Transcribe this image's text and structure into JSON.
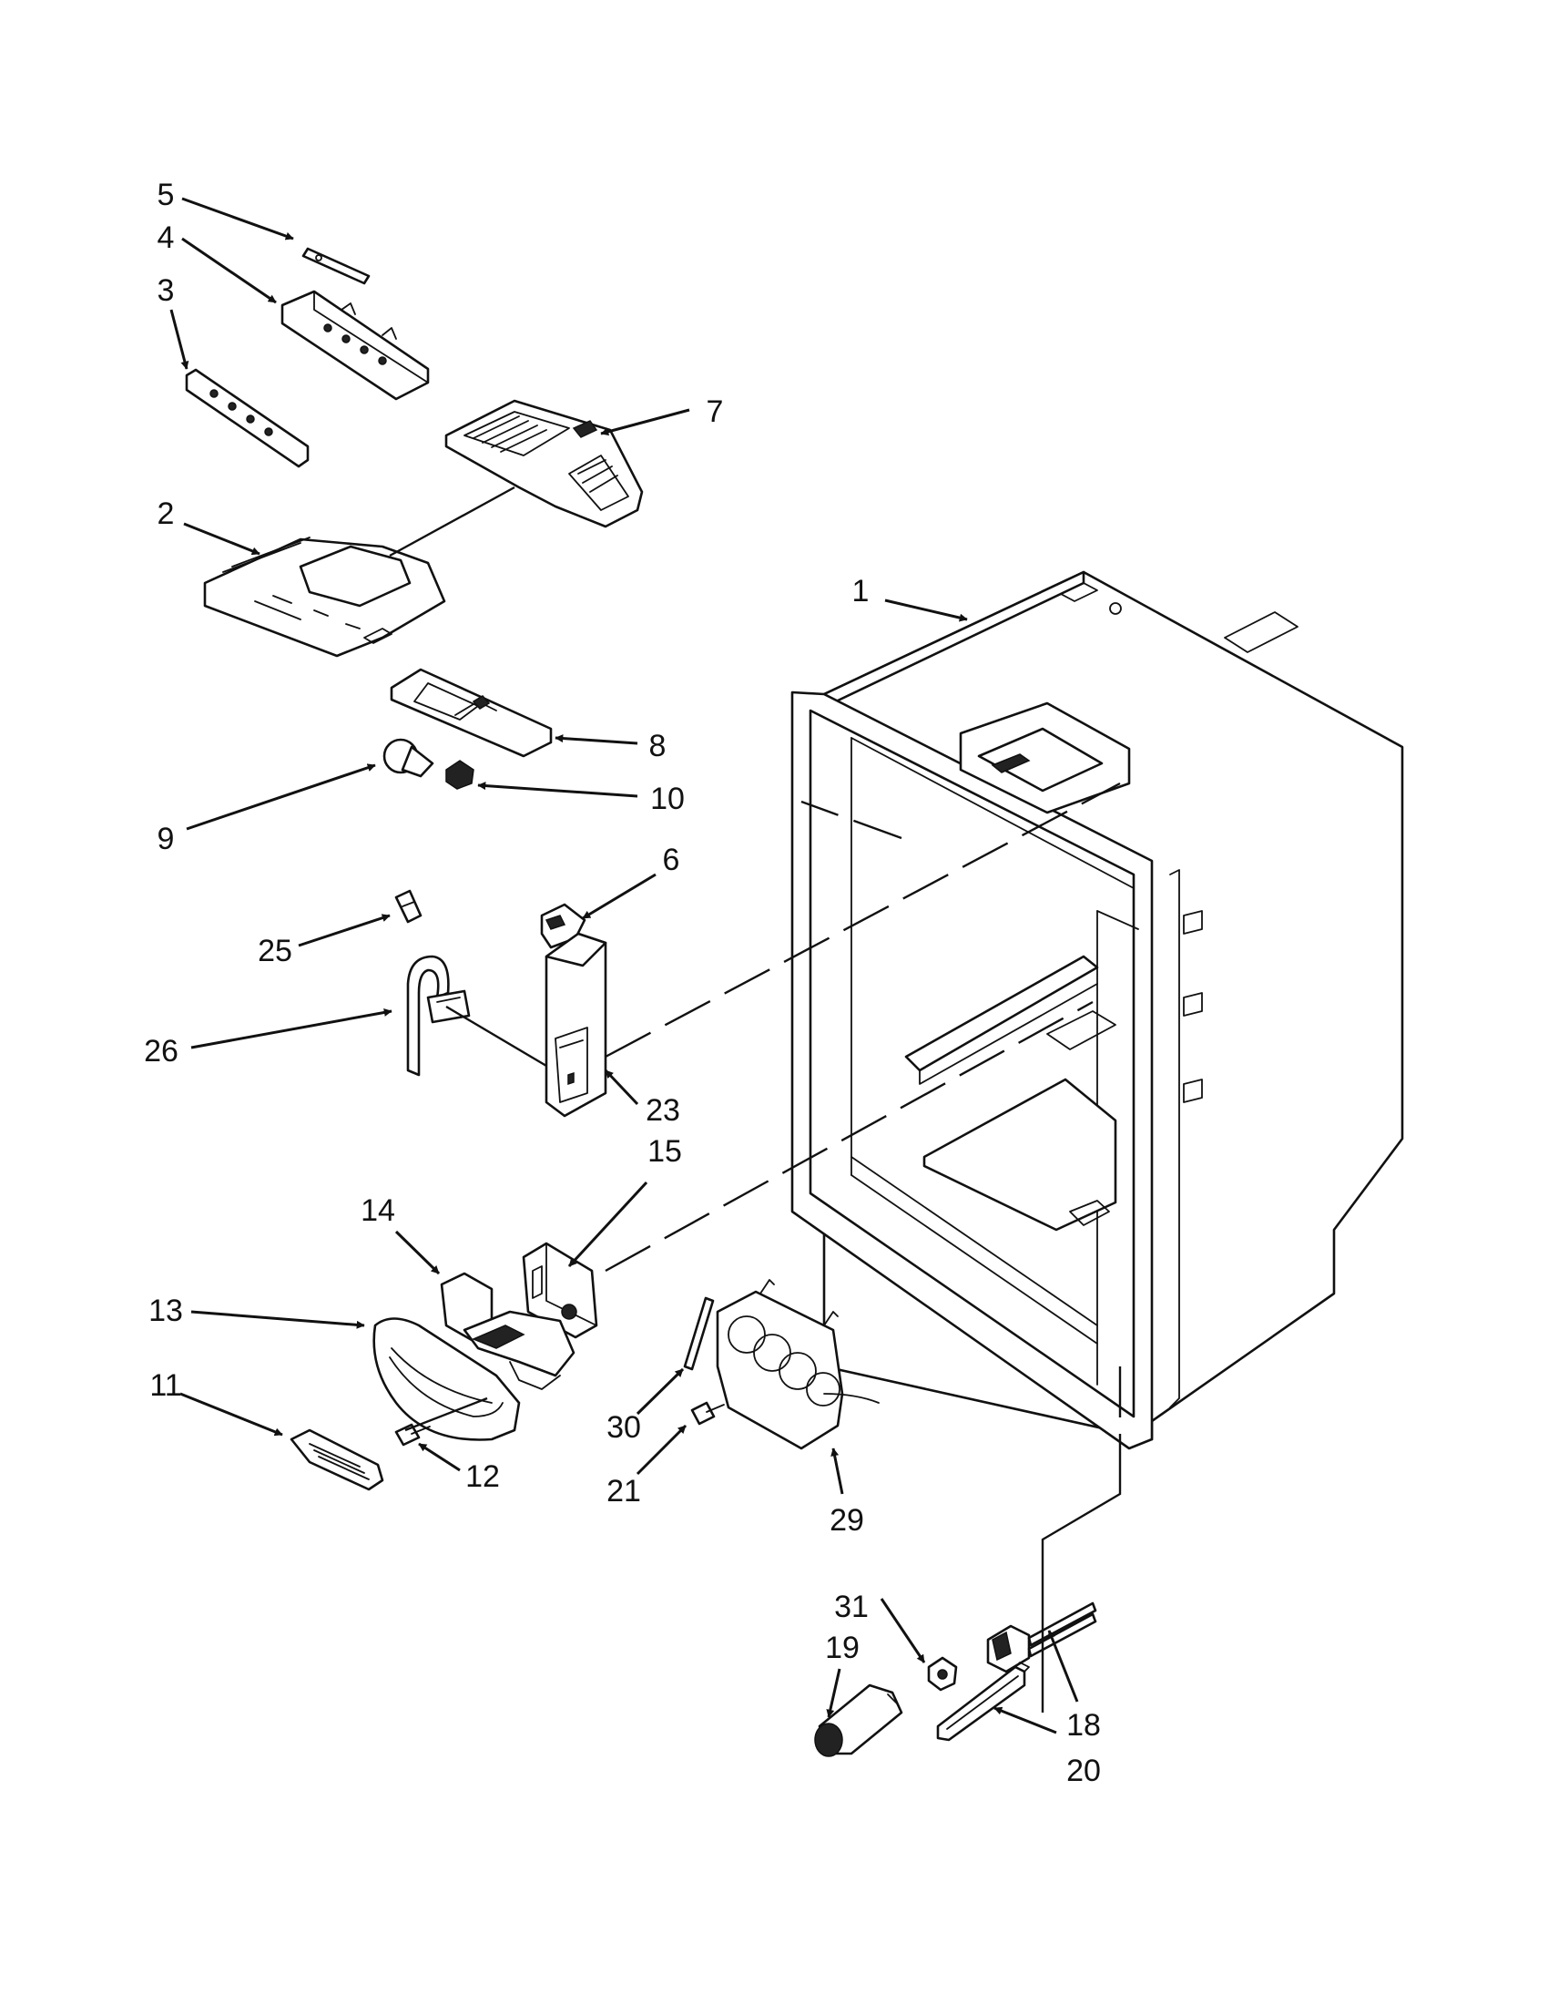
{
  "callouts": [
    {
      "id": "1",
      "text": "1"
    },
    {
      "id": "2",
      "text": "2"
    },
    {
      "id": "3",
      "text": "3"
    },
    {
      "id": "4",
      "text": "4"
    },
    {
      "id": "5",
      "text": "5"
    },
    {
      "id": "6",
      "text": "6"
    },
    {
      "id": "7",
      "text": "7"
    },
    {
      "id": "8",
      "text": "8"
    },
    {
      "id": "9",
      "text": "9"
    },
    {
      "id": "10",
      "text": "10"
    },
    {
      "id": "11",
      "text": "11"
    },
    {
      "id": "12",
      "text": "12"
    },
    {
      "id": "13",
      "text": "13"
    },
    {
      "id": "14",
      "text": "14"
    },
    {
      "id": "15",
      "text": "15"
    },
    {
      "id": "18",
      "text": "18"
    },
    {
      "id": "19",
      "text": "19"
    },
    {
      "id": "20",
      "text": "20"
    },
    {
      "id": "21",
      "text": "21"
    },
    {
      "id": "23",
      "text": "23"
    },
    {
      "id": "25",
      "text": "25"
    },
    {
      "id": "26",
      "text": "26"
    },
    {
      "id": "29",
      "text": "29"
    },
    {
      "id": "30",
      "text": "30"
    },
    {
      "id": "31",
      "text": "31"
    }
  ]
}
